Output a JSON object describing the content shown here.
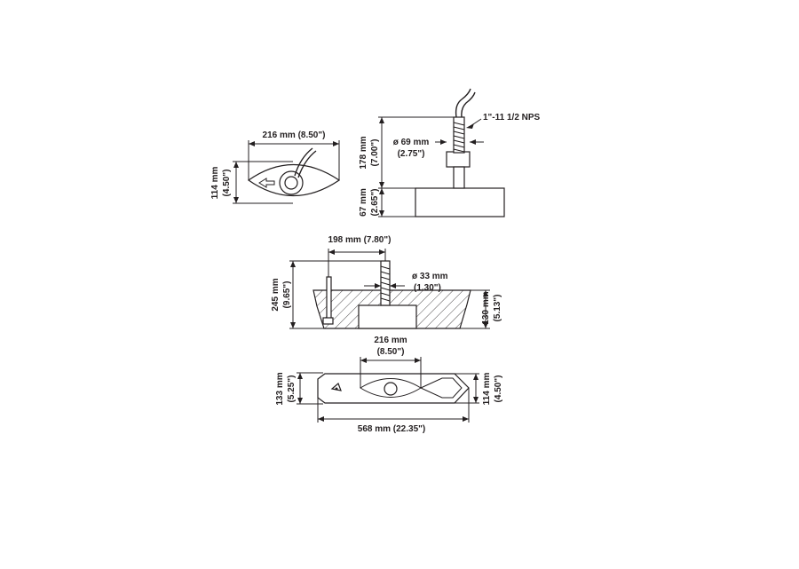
{
  "top_view": {
    "width_label": "216 mm (8.50\")",
    "height_label_mm": "114 mm",
    "height_label_in": "(4.50\")"
  },
  "side_view": {
    "thread_label": "1\"-11 1/2 NPS",
    "diameter_label_mm": "ø 69 mm",
    "diameter_label_in": "(2.75\")",
    "stem_height_mm": "178 mm",
    "stem_height_in": "(7.00\")",
    "base_height_mm": "67 mm",
    "base_height_in": "(2.65\")"
  },
  "section_view": {
    "offset_label": "198 mm (7.80\")",
    "stem_dia_mm": "ø 33 mm",
    "stem_dia_in": "(1.30\")",
    "total_height_mm": "245 mm",
    "total_height_in": "(9.65\")",
    "block_height_mm": "130 mm",
    "block_height_in": "(5.13\")"
  },
  "fairing_view": {
    "window_width_mm": "216 mm",
    "window_width_in": "(8.50\")",
    "left_height_mm": "133 mm",
    "left_height_in": "(5.25\")",
    "right_height_mm": "114 mm",
    "right_height_in": "(4.50\")",
    "length_label": "568 mm (22.35\")"
  }
}
